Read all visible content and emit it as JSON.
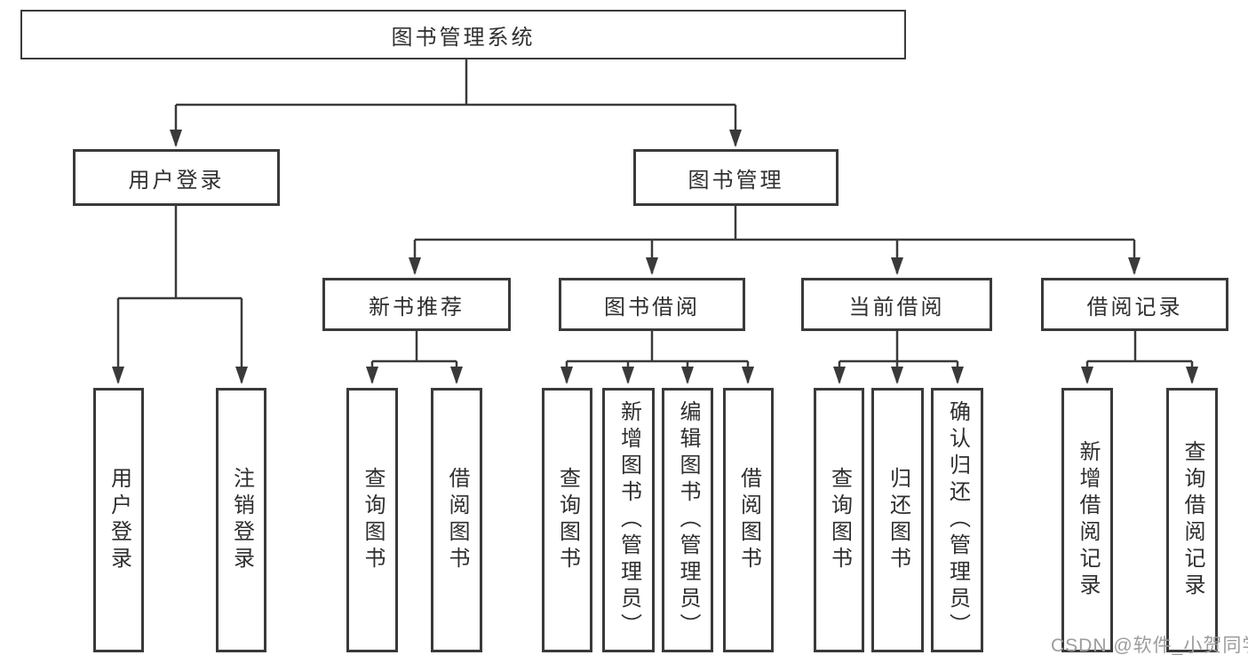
{
  "diagram": {
    "root": {
      "label": "图书管理系统"
    },
    "branches": [
      {
        "label": "用户登录",
        "children": [
          {
            "label": "用户登录"
          },
          {
            "label": "注销登录"
          }
        ]
      },
      {
        "label": "图书管理",
        "children": [
          {
            "label": "新书推荐",
            "children": [
              {
                "label": "查询图书"
              },
              {
                "label": "借阅图书"
              }
            ]
          },
          {
            "label": "图书借阅",
            "children": [
              {
                "label": "查询图书"
              },
              {
                "label": "新增图书（管理员）"
              },
              {
                "label": "编辑图书（管理员）"
              },
              {
                "label": "借阅图书"
              }
            ]
          },
          {
            "label": "当前借阅",
            "children": [
              {
                "label": "查询图书"
              },
              {
                "label": "归还图书"
              },
              {
                "label": "确认归还（管理员）"
              }
            ]
          },
          {
            "label": "借阅记录",
            "children": [
              {
                "label": "新增借阅记录"
              },
              {
                "label": "查询借阅记录"
              }
            ]
          }
        ]
      }
    ]
  },
  "watermark": {
    "text": "CSDN @软件_小贺同学",
    "color": "#9c9c9c"
  },
  "colors": {
    "line": "#3a3a3a",
    "box_border": "#3a3a3a",
    "text": "#2f2f2f",
    "background": "#ffffff"
  }
}
